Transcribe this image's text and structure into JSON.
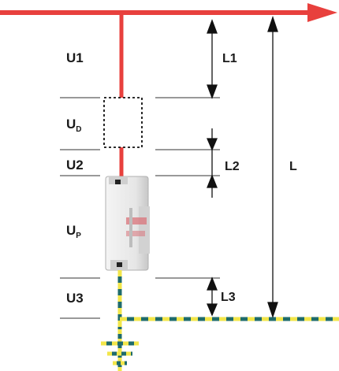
{
  "colors": {
    "phase": "#e8403d",
    "earth_green": "#1f6b6b",
    "earth_yellow": "#f2e64a",
    "divider": "#333333",
    "arrow": "#111111",
    "device_body": "#e7e7e7",
    "device_shadow": "#b8b8b8",
    "device_accent": "#d9737a"
  },
  "voltage_labels": [
    {
      "main": "U1",
      "sub": ""
    },
    {
      "main": "U",
      "sub": "D"
    },
    {
      "main": "U2",
      "sub": ""
    },
    {
      "main": "U",
      "sub": "P"
    },
    {
      "main": "U3",
      "sub": ""
    }
  ],
  "length_labels": [
    "L1",
    "L2",
    "L",
    "L3"
  ],
  "icons": {
    "device": "surge-protective-device-icon",
    "ground": "ground-symbol-icon",
    "box": "disconnector-placeholder-icon"
  }
}
